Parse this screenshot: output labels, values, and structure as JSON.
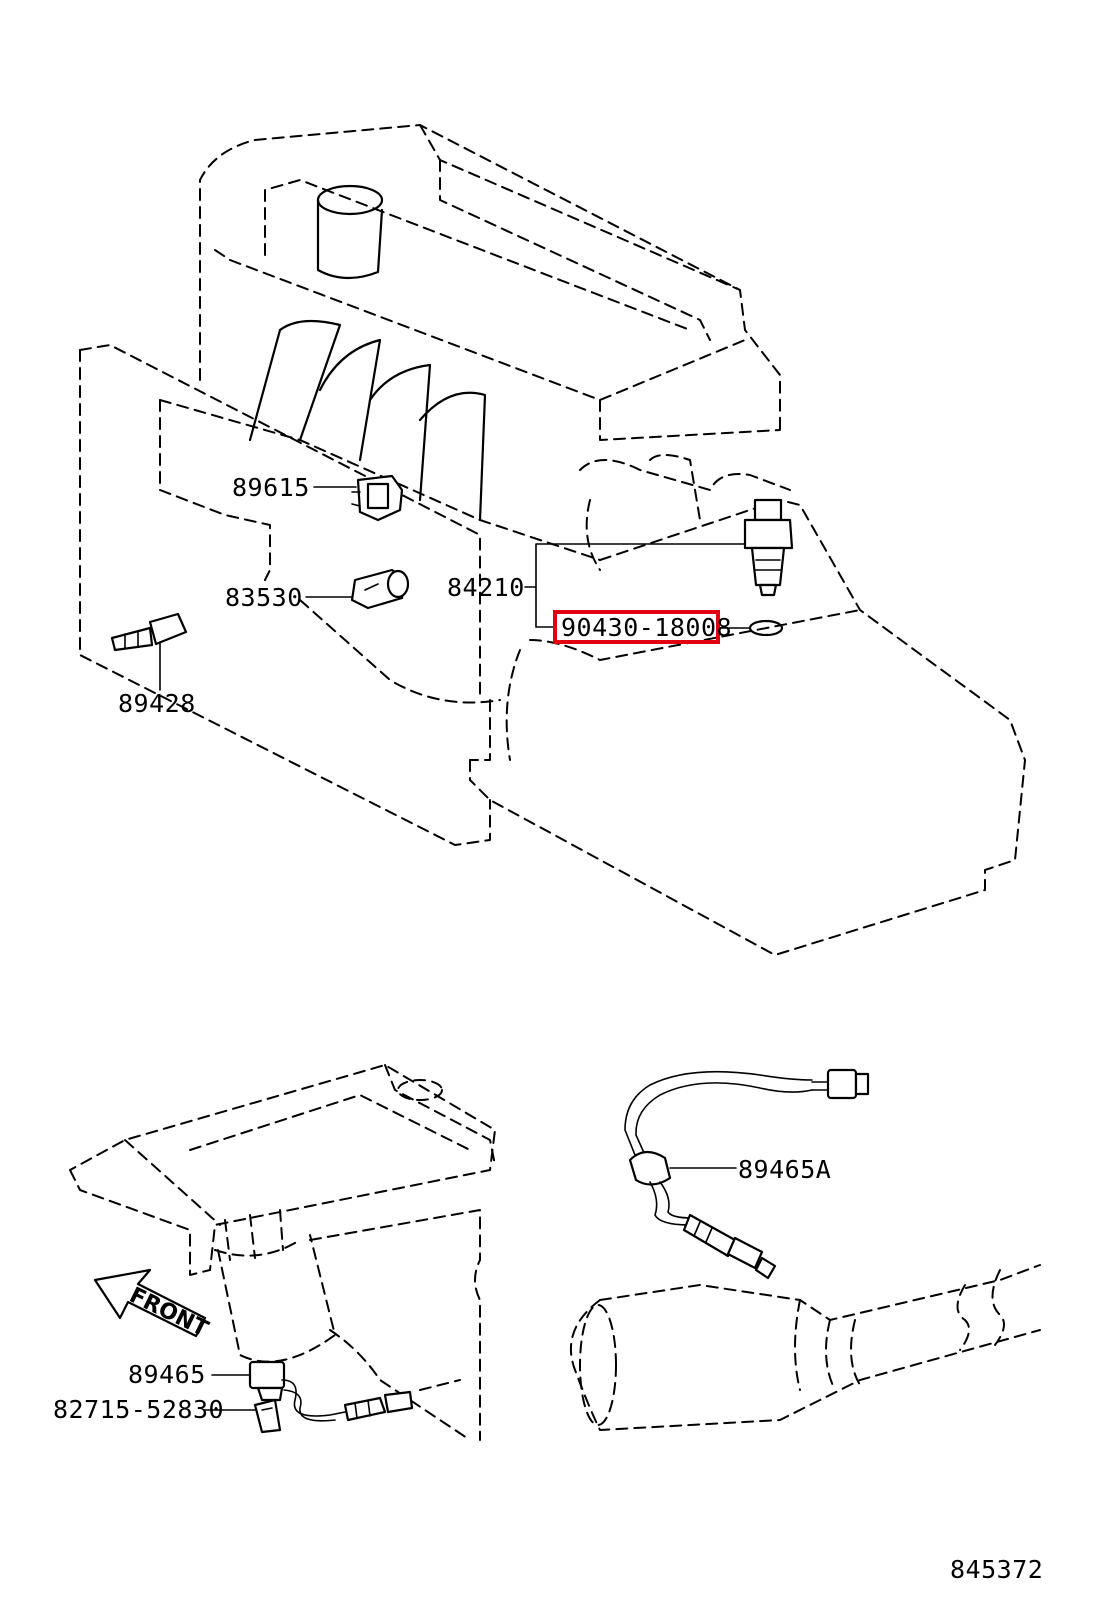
{
  "callouts": {
    "p89615": "89615",
    "p83530": "83530",
    "p89428": "89428",
    "p84210": "84210",
    "p90430": "90430-18008",
    "p89465A": "89465A",
    "p89465": "89465",
    "p82715": "82715-52830"
  },
  "front_label": "FRONT",
  "diagram_number": "845372",
  "highlight_color": "#e1000f"
}
